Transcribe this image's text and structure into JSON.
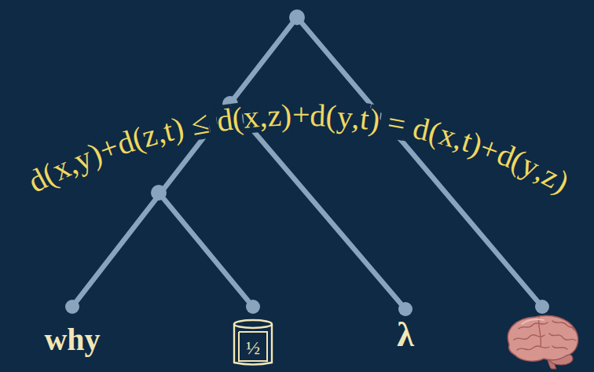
{
  "diagram": {
    "nodes": [
      {
        "text": [
          "½"
        ]
      }
    ],
    "labels": [
      "d(x,y)+d(z,t) ≤ d(x,z)+d(y,t) = d(x,t)+d(y,z)",
      "why",
      "λ"
    ]
  }
}
